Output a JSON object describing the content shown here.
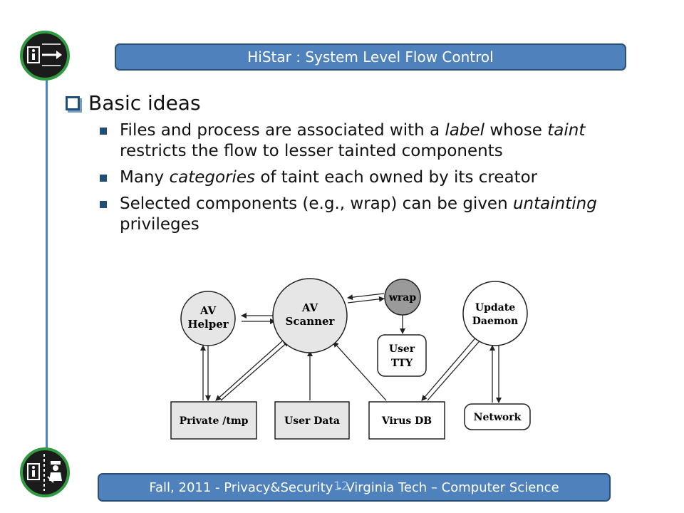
{
  "header": {
    "title": "HiStar : System Level Flow Control"
  },
  "content": {
    "heading": "Basic ideas",
    "bullets": [
      {
        "parts": [
          {
            "t": "Files and process are associated with a "
          },
          {
            "t": "label",
            "i": true
          },
          {
            "t": " whose "
          },
          {
            "t": "taint",
            "i": true
          },
          {
            "t": " restricts the flow to lesser tainted components"
          }
        ]
      },
      {
        "parts": [
          {
            "t": "Many "
          },
          {
            "t": "categories",
            "i": true
          },
          {
            "t": " of taint each owned by its creator"
          }
        ]
      },
      {
        "parts": [
          {
            "t": "Selected components (e.g., wrap) can be given "
          },
          {
            "t": "untainting",
            "i": true
          },
          {
            "t": " privileges"
          }
        ]
      }
    ]
  },
  "diagram": {
    "nodes": {
      "av_helper": [
        "AV",
        "Helper"
      ],
      "av_scanner": [
        "AV",
        "Scanner"
      ],
      "wrap": [
        "wrap"
      ],
      "update_daemon": [
        "Update",
        "Daemon"
      ],
      "user_tty": [
        "User",
        "TTY"
      ],
      "private_tmp": [
        "Private /tmp"
      ],
      "user_data": [
        "User Data"
      ],
      "virus_db": [
        "Virus DB"
      ],
      "network": [
        "Network"
      ]
    }
  },
  "footer": {
    "text": "Fall, 2011 - Privacy&Security - Virginia Tech – Computer Science",
    "page_number": "12"
  },
  "colors": {
    "bar": "#4f81bd",
    "logo_ring": "#2f9a3f",
    "wrap_fill": "#9a9a9a",
    "node_fill": "#e6e6e6"
  },
  "icons": {
    "top_logo": "info-arrow-icon",
    "bottom_logo": "info-officer-icon",
    "heading_bullet": "checkbox-icon"
  }
}
